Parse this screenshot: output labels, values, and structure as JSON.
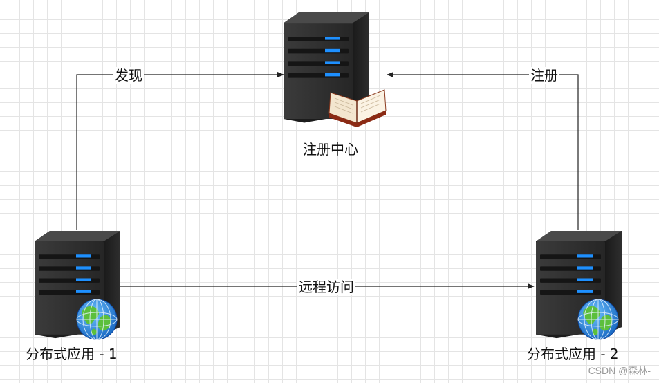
{
  "nodes": {
    "registry": {
      "label": "注册中心",
      "icon": "server-with-book-icon"
    },
    "app1": {
      "label": "分布式应用 - 1",
      "icon": "server-with-globe-icon"
    },
    "app2": {
      "label": "分布式应用 - 2",
      "icon": "server-with-globe-icon"
    }
  },
  "edges": {
    "discover": {
      "label": "发现",
      "from": "app1",
      "to": "registry"
    },
    "register": {
      "label": "注册",
      "from": "app2",
      "to": "registry"
    },
    "remote_call": {
      "label": "远程访问",
      "from": "app1",
      "to": "app2"
    }
  },
  "watermark": "CSDN @森林-",
  "colors": {
    "grid": "#e4e4e4",
    "edge": "#222222",
    "server_body": "#2b2b2b",
    "server_led": "#1e90ff"
  }
}
